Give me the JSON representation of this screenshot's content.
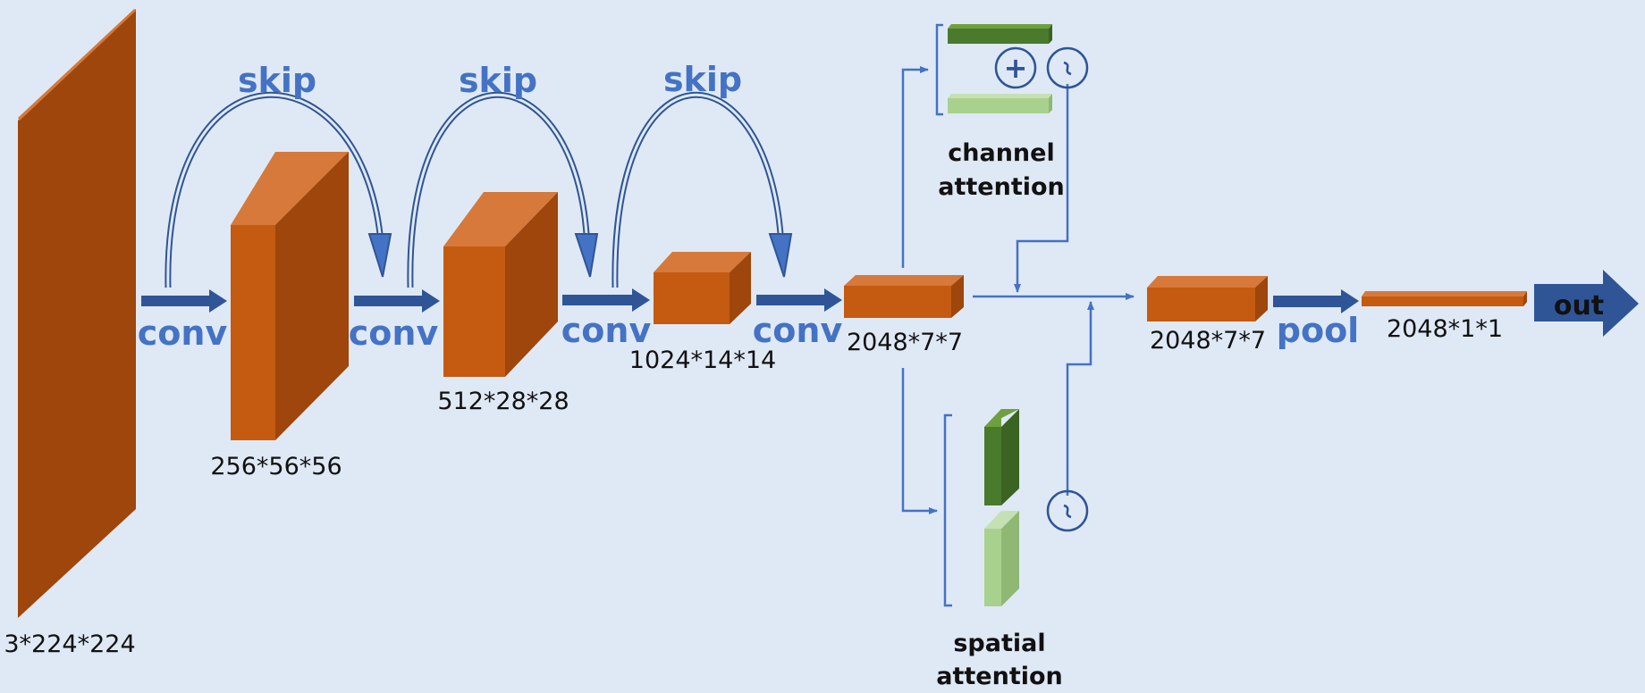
{
  "colors": {
    "background": "#dfe9f5",
    "block_front": "#c55a11",
    "block_top": "#d6793b",
    "block_side": "#9e460b",
    "arrow": "#2f5597",
    "line": "#4472c4",
    "label_blue": "#4472c4",
    "attention_dark": "#4a7a2c",
    "attention_light": "#a9d18e"
  },
  "blocks": {
    "input": "3*224*224",
    "stage1": "256*56*56",
    "stage2": "512*28*28",
    "stage3": "1024*14*14",
    "stage4": "2048*7*7",
    "attended": "2048*7*7",
    "pooled": "2048*1*1"
  },
  "ops": {
    "conv": "conv",
    "skip": "skip",
    "pool": "pool",
    "out": "out"
  },
  "attention": {
    "channel_line1": "channel",
    "channel_line2": "attention",
    "spatial_line1": "spatial",
    "spatial_line2": "attention",
    "plus_symbol": "+",
    "sigmoid_symbol": "~"
  }
}
